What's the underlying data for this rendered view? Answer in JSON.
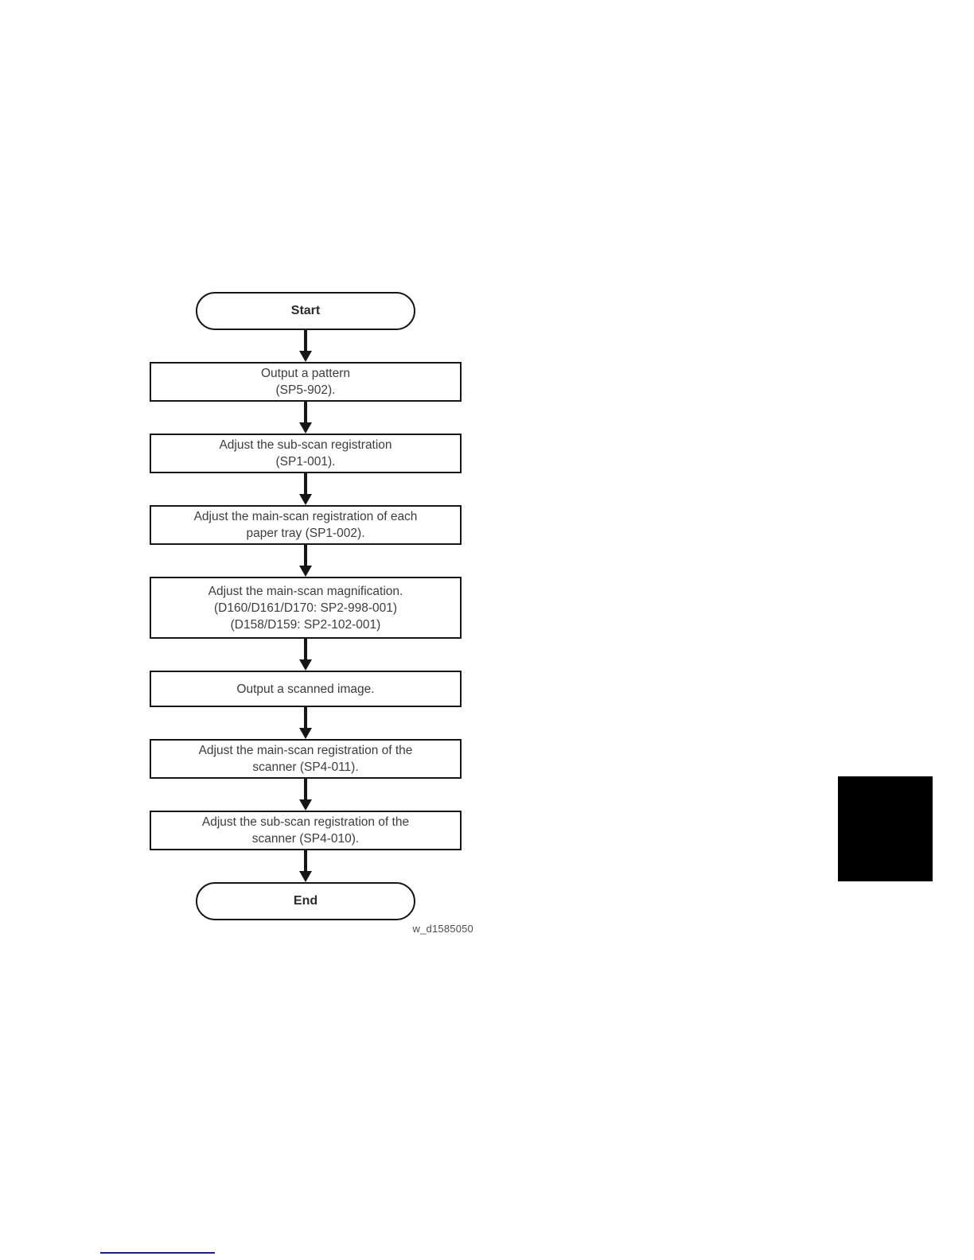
{
  "flowchart": {
    "nodes": [
      {
        "type": "terminator",
        "lines": [
          "Start"
        ]
      },
      {
        "type": "process",
        "lines": [
          "Output a pattern",
          "(SP5-902)."
        ]
      },
      {
        "type": "process",
        "lines": [
          "Adjust the sub-scan registration",
          "(SP1-001)."
        ]
      },
      {
        "type": "process",
        "lines": [
          "Adjust the main-scan registration of each",
          "paper tray (SP1-002)."
        ]
      },
      {
        "type": "process",
        "lines": [
          "Adjust the main-scan magnification.",
          "(D160/D161/D170: SP2-998-001)",
          "(D158/D159: SP2-102-001)"
        ]
      },
      {
        "type": "process",
        "lines": [
          "Output a scanned image."
        ]
      },
      {
        "type": "process",
        "lines": [
          "Adjust the main-scan registration of the",
          "scanner (SP4-011)."
        ]
      },
      {
        "type": "process",
        "lines": [
          "Adjust the sub-scan registration of the",
          "scanner (SP4-010)."
        ]
      },
      {
        "type": "terminator",
        "lines": [
          "End"
        ]
      }
    ],
    "caption": "w_d1585050"
  },
  "colors": {
    "line": "#161616",
    "text": "#3d3d3d",
    "page_marker": "#000000",
    "footer_rule": "#1c1c8a"
  }
}
